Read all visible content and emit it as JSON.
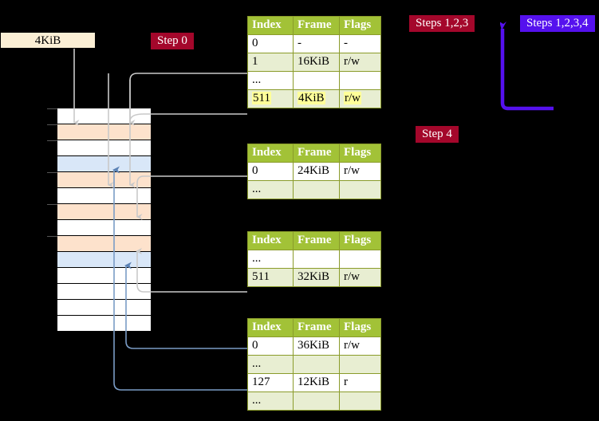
{
  "diagram": {
    "title_labels": {
      "steps123": "Steps 1,2,3",
      "steps1234": "Steps 1,2,3,4",
      "step4": "Step 4",
      "step0": "Step 0"
    },
    "frame_box": {
      "label": "4KiB"
    },
    "colors": {
      "label_red": "#a4072b",
      "label_blue": "#5511ee",
      "table_header": "#a2c237",
      "table_border": "#8a9b2a",
      "row_tint": "#e8eed2",
      "highlight": "#ffff99",
      "frame_box_bg": "#fbefd5",
      "mem_peach": "#fde2cc",
      "mem_blue": "#d9e7f8",
      "mem_white": "#ffffff",
      "wire_grey": "#c9c9c9",
      "wire_blue": "#7a9cc6"
    },
    "tables": [
      {
        "name": "pml4-table",
        "columns": [
          "Index",
          "Frame",
          "Flags"
        ],
        "rows": [
          {
            "cells": [
              "0",
              "-",
              "-"
            ],
            "tint": false,
            "highlight": false
          },
          {
            "cells": [
              "1",
              "16KiB",
              "r/w"
            ],
            "tint": true,
            "highlight": false
          },
          {
            "cells": [
              "...",
              "",
              ""
            ],
            "tint": false,
            "highlight": false
          },
          {
            "cells": [
              "511",
              "4KiB",
              "r/w"
            ],
            "tint": true,
            "highlight": true
          }
        ]
      },
      {
        "name": "pdp-table",
        "columns": [
          "Index",
          "Frame",
          "Flags"
        ],
        "rows": [
          {
            "cells": [
              "0",
              "24KiB",
              "r/w"
            ],
            "tint": false,
            "highlight": false
          },
          {
            "cells": [
              "...",
              "",
              ""
            ],
            "tint": true,
            "highlight": false
          }
        ]
      },
      {
        "name": "pd-table",
        "columns": [
          "Index",
          "Frame",
          "Flags"
        ],
        "rows": [
          {
            "cells": [
              "...",
              "",
              ""
            ],
            "tint": false,
            "highlight": false
          },
          {
            "cells": [
              "511",
              "32KiB",
              "r/w"
            ],
            "tint": true,
            "highlight": false
          }
        ]
      },
      {
        "name": "pt-table",
        "columns": [
          "Index",
          "Frame",
          "Flags"
        ],
        "rows": [
          {
            "cells": [
              "0",
              "36KiB",
              "r/w"
            ],
            "tint": false,
            "highlight": false
          },
          {
            "cells": [
              "...",
              "",
              ""
            ],
            "tint": true,
            "highlight": false
          },
          {
            "cells": [
              "127",
              "12KiB",
              "r"
            ],
            "tint": false,
            "highlight": false
          },
          {
            "cells": [
              "...",
              "",
              ""
            ],
            "tint": true,
            "highlight": false
          }
        ]
      }
    ],
    "memory_rows": [
      {
        "fill": "white"
      },
      {
        "fill": "peach"
      },
      {
        "fill": "white"
      },
      {
        "fill": "blue"
      },
      {
        "fill": "peach"
      },
      {
        "fill": "white"
      },
      {
        "fill": "peach"
      },
      {
        "fill": "white"
      },
      {
        "fill": "peach"
      },
      {
        "fill": "blue"
      },
      {
        "fill": "white"
      },
      {
        "fill": "white"
      },
      {
        "fill": "white"
      },
      {
        "fill": "white"
      }
    ]
  }
}
